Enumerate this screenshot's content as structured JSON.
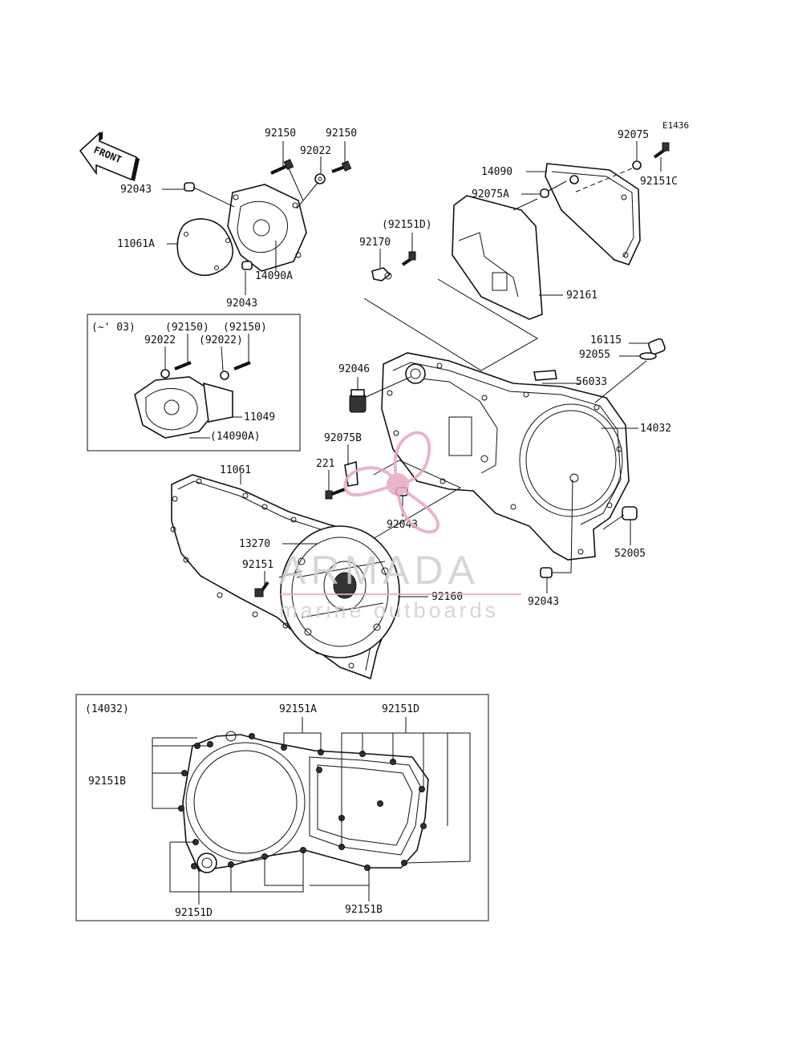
{
  "diagram_code": "E1436",
  "front_label": "FRONT",
  "inset_early_label": "(~' 03)",
  "inset_cover_label": "(14032)",
  "watermark": {
    "brand": "ARMADA",
    "tagline": "marine outboards",
    "color": "#e7a8c4"
  },
  "parts": {
    "p92150_a": "92150",
    "p92150_b": "92150",
    "p92022": "92022",
    "p92043_a": "92043",
    "p11061A": "11061A",
    "p14090A": "14090A",
    "p92043_b": "92043",
    "p92075": "92075",
    "p14090": "14090",
    "p92151C": "92151C",
    "p92075A": "92075A",
    "p92151D_paren": "(92151D)",
    "p92170": "92170",
    "p92161": "92161",
    "p16115": "16115",
    "p92055": "92055",
    "p92046": "92046",
    "p56033": "56033",
    "p14032": "14032",
    "p92075B": "92075B",
    "p221": "221",
    "p92043_c": "92043",
    "p11061": "11061",
    "p13270": "13270",
    "p92151": "92151",
    "p92160": "92160",
    "p52005": "52005",
    "p92043_d": "92043",
    "early_92022": "92022",
    "early_92150_paren_a": "(92150)",
    "early_92150_paren_b": "(92150)",
    "early_92022_paren": "(92022)",
    "early_11049": "11049",
    "early_14090A_paren": "(14090A)",
    "cover_92151A": "92151A",
    "cover_92151D_top": "92151D",
    "cover_92151B_left": "92151B",
    "cover_92151D_bottom": "92151D",
    "cover_92151B_bottom": "92151B"
  }
}
